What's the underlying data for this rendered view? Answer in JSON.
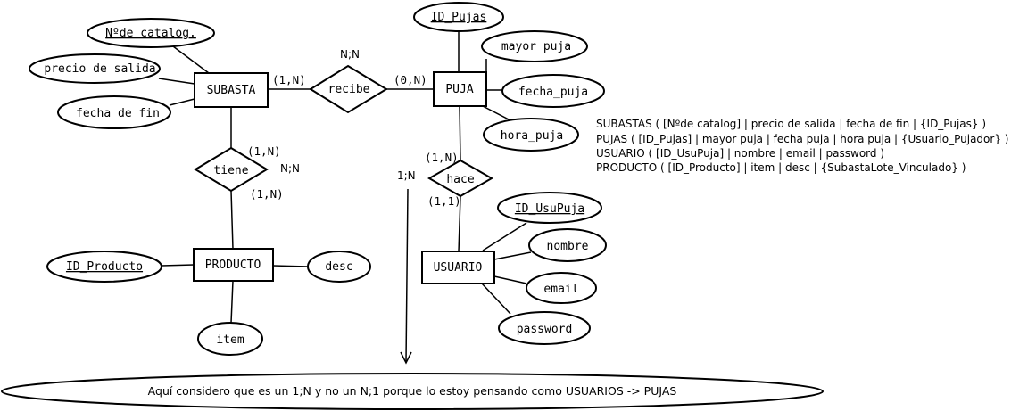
{
  "entities": {
    "subasta": "SUBASTA",
    "puja": "PUJA",
    "producto": "PRODUCTO",
    "usuario": "USUARIO"
  },
  "relationships": {
    "recibe": "recibe",
    "tiene": "tiene",
    "hace": "hace"
  },
  "attributes": {
    "n_catalog": "Nºde catalog.",
    "precio_salida": "precio de salida",
    "fecha_fin": "fecha de fin",
    "id_pujas": "ID_Pujas",
    "mayor_puja": "mayor puja",
    "fecha_puja": "fecha_puja",
    "hora_puja": "hora_puja",
    "id_producto": "ID_Producto",
    "desc": "desc",
    "item": "item",
    "id_usupuja": "ID_UsuPuja",
    "nombre": "nombre",
    "email": "email",
    "password": "password"
  },
  "cardinalities": {
    "subasta_recibe": "(1,N)",
    "recibe_type": "N;N",
    "recibe_puja": "(0,N)",
    "subasta_tiene": "(1,N)",
    "tiene_type": "N;N",
    "tiene_producto": "(1,N)",
    "puja_hace": "(1,N)",
    "hace_type": "1;N",
    "hace_usuario": "(1,1)"
  },
  "schema": [
    "SUBASTAS ( [Nºde catalog] | precio de salida | fecha de fin | {ID_Pujas} )",
    "PUJAS ( [ID_Pujas] | mayor puja | fecha puja | hora puja | {Usuario_Pujador} )",
    "USUARIO ( [ID_UsuPuja] | nombre | email | password )",
    "PRODUCTO ( [ID_Producto] | item | desc | {SubastaLote_Vinculado} )"
  ],
  "note": "Aquí considero que es un 1;N y no un N;1 porque lo estoy pensando como USUARIOS -> PUJAS"
}
